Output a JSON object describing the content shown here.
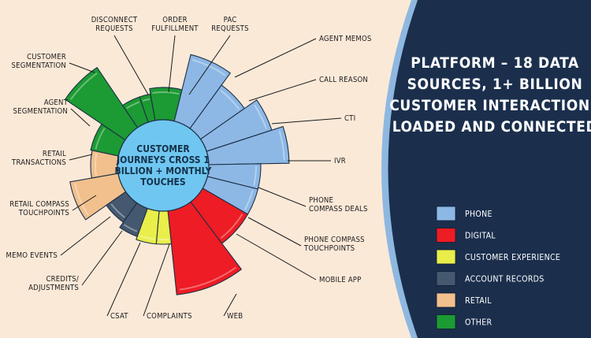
{
  "title_lines": [
    "PLATFORM – 18 DATA",
    "SOURCES, 1+ BILLION",
    "CUSTOMER INTERACTIONS",
    "LOADED AND CONNECTED"
  ],
  "center_lines": [
    "CUSTOMER",
    "JOURNEYS CROSS 1",
    "BILLION + MONTHLY",
    "TOUCHES"
  ],
  "categories": [
    {
      "name": "PHONE",
      "color": "#8db8e5"
    },
    {
      "name": "DIGITAL",
      "color": "#ee1c24"
    },
    {
      "name": "CUSTOMER EXPERIENCE",
      "color": "#eaee4a"
    },
    {
      "name": "ACCOUNT RECORDS",
      "color": "#44586f"
    },
    {
      "name": "RETAIL",
      "color": "#f2c08d"
    },
    {
      "name": "OTHER",
      "color": "#1c9a33"
    }
  ],
  "sources": [
    {
      "name": "AGENT MEMOS",
      "category": "PHONE",
      "lines": [
        "AGENT MEMOS"
      ]
    },
    {
      "name": "CALL REASON",
      "category": "PHONE",
      "lines": [
        "CALL REASON"
      ]
    },
    {
      "name": "CTI",
      "category": "PHONE",
      "lines": [
        "CTI"
      ]
    },
    {
      "name": "IVR",
      "category": "PHONE",
      "lines": [
        "IVR"
      ]
    },
    {
      "name": "PHONE COMPASS DEALS",
      "category": "PHONE",
      "lines": [
        "PHONE",
        "COMPASS DEALS"
      ]
    },
    {
      "name": "PHONE COMPASS TOUCHPOINTS",
      "category": "PHONE",
      "lines": [
        "PHONE COMPASS",
        "TOUCHPOINTS"
      ]
    },
    {
      "name": "MOBILE APP",
      "category": "DIGITAL",
      "lines": [
        "MOBILE APP"
      ]
    },
    {
      "name": "WEB",
      "category": "DIGITAL",
      "lines": [
        "WEB"
      ]
    },
    {
      "name": "COMPLAINTS",
      "category": "CUSTOMER EXPERIENCE",
      "lines": [
        "COMPLAINTS"
      ]
    },
    {
      "name": "CSAT",
      "category": "CUSTOMER EXPERIENCE",
      "lines": [
        "CSAT"
      ]
    },
    {
      "name": "CREDITS/ ADJUSTMENTS",
      "category": "ACCOUNT RECORDS",
      "lines": [
        "CREDITS/",
        "ADJUSTMENTS"
      ]
    },
    {
      "name": "MEMO EVENTS",
      "category": "ACCOUNT RECORDS",
      "lines": [
        "MEMO EVENTS"
      ]
    },
    {
      "name": "RETAIL COMPASS TOUCHPOINTS",
      "category": "RETAIL",
      "lines": [
        "RETAIL COMPASS",
        "TOUCHPOINTS"
      ]
    },
    {
      "name": "RETAIL TRANSACTIONS",
      "category": "RETAIL",
      "lines": [
        "RETAIL",
        "TRANSACTIONS"
      ]
    },
    {
      "name": "AGENT SEGMENTATION",
      "category": "OTHER",
      "lines": [
        "AGENT",
        "SEGMENTATION"
      ]
    },
    {
      "name": "CUSTOMER SEGMENTATION",
      "category": "OTHER",
      "lines": [
        "CUSTOMER",
        "SEGMENTATION"
      ]
    },
    {
      "name": "DISCONNECT REQUESTS",
      "category": "OTHER",
      "lines": [
        "DISCONNECT",
        "REQUESTS"
      ]
    },
    {
      "name": "ORDER FULFILLMENT",
      "category": "OTHER",
      "lines": [
        "ORDER",
        "FULFILLMENT"
      ]
    },
    {
      "name": "PAC REQUESTS",
      "category": "OTHER",
      "lines": [
        "PAC",
        "REQUESTS"
      ]
    }
  ]
}
